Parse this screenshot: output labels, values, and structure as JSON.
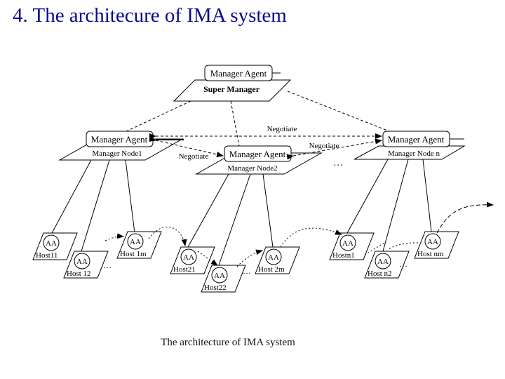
{
  "slide": {
    "title": "4. The architecure of IMA system",
    "caption": "The architecture of IMA system"
  },
  "diagram": {
    "super_manager": {
      "agent_label": "Manager Agent",
      "node_label": "Super Manager"
    },
    "manager_nodes": [
      {
        "id": "node1",
        "agent_label": "Manager Agent",
        "node_label": "Manager Node1"
      },
      {
        "id": "node2",
        "agent_label": "Manager Agent",
        "node_label": "Manager Node2"
      },
      {
        "id": "noden",
        "agent_label": "Manager Agent",
        "node_label": "Manager Node n"
      }
    ],
    "negotiate_labels": [
      "Negotiate",
      "Negotiate",
      "Negotiate"
    ],
    "ellipsis": "…",
    "host_agent_label": "AA",
    "hosts": [
      {
        "group": "node1",
        "label": "Host11"
      },
      {
        "group": "node1",
        "label": "Host 12"
      },
      {
        "group": "node1",
        "label": "Host 1m"
      },
      {
        "group": "node2",
        "label": "Host21"
      },
      {
        "group": "node2",
        "label": "Host22"
      },
      {
        "group": "node2",
        "label": "Host 2m"
      },
      {
        "group": "noden",
        "label": "Hostn1"
      },
      {
        "group": "noden",
        "label": "Host n2"
      },
      {
        "group": "noden",
        "label": "Host nm"
      }
    ],
    "colors": {
      "title": "#0a0a8c",
      "line": "#000000"
    }
  }
}
